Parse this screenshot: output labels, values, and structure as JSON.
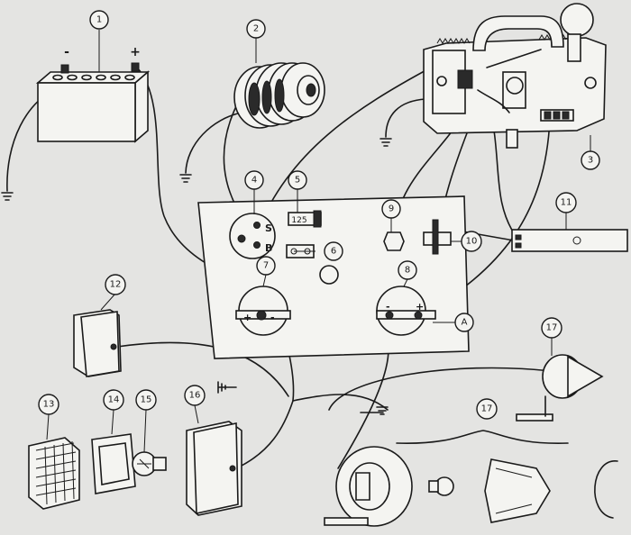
{
  "callouts": [
    {
      "id": "1",
      "label": "1"
    },
    {
      "id": "2",
      "label": "2"
    },
    {
      "id": "3",
      "label": "3"
    },
    {
      "id": "4",
      "label": "4"
    },
    {
      "id": "5",
      "label": "5"
    },
    {
      "id": "6",
      "label": "6"
    },
    {
      "id": "7",
      "label": "7"
    },
    {
      "id": "8",
      "label": "8"
    },
    {
      "id": "9",
      "label": "9"
    },
    {
      "id": "10",
      "label": "10"
    },
    {
      "id": "11",
      "label": "11"
    },
    {
      "id": "12",
      "label": "12"
    },
    {
      "id": "13",
      "label": "13"
    },
    {
      "id": "14",
      "label": "14"
    },
    {
      "id": "15",
      "label": "15"
    },
    {
      "id": "16",
      "label": "16"
    },
    {
      "id": "17a",
      "label": "17"
    },
    {
      "id": "17b",
      "label": "17"
    },
    {
      "id": "A",
      "label": "A"
    }
  ],
  "labels": {
    "battery_minus": "-",
    "battery_plus": "+",
    "panel_s": "S",
    "panel_b": "B",
    "fuse_value": "125",
    "ammeter_plus": "+",
    "ammeter_minus": "-",
    "gauge_minus": "-",
    "gauge_plus": "+"
  }
}
